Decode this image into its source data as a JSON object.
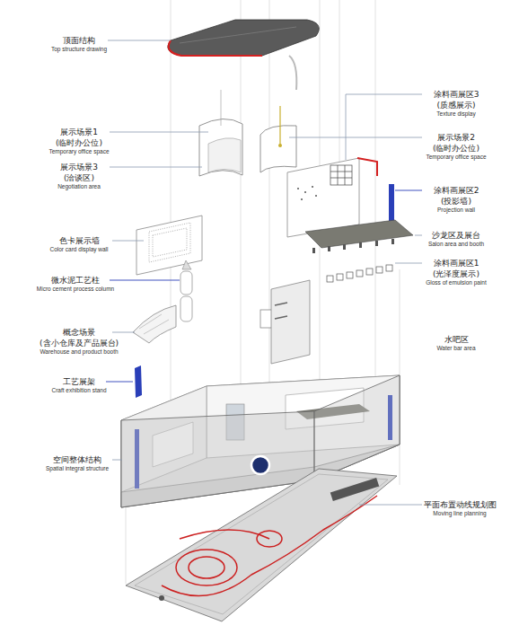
{
  "diagram": {
    "labels": [
      "顶面结构",
      "Top structure drawing",
      "展示场景1 (临时办公位)",
      "Temporary office space",
      "展示场景3 (洽谈区)",
      "Negotiation area",
      "色卡展示墙",
      "Color card display wall",
      "微水泥工艺柱",
      "Micro cement process column",
      "概念场景 (含小仓库及产品展台)",
      "Warehouse and product booth",
      "工艺展架",
      "Craft exhibition stand",
      "空间整体结构",
      "Spatial integral structure",
      "涂料画展区3 (质感展示)",
      "Texture display",
      "展示场景2 (临时办公位)",
      "Temporary office space",
      "涂料画展区2 (投影墙)",
      "Projection wall",
      "沙龙区及展台",
      "Salon area and booth",
      "涂料画展区1 (光泽度展示)",
      "Gloss of emulsion paint",
      "水吧区",
      "Water bar area",
      "平面布置动线规划图",
      "Moving line planning"
    ]
  }
}
